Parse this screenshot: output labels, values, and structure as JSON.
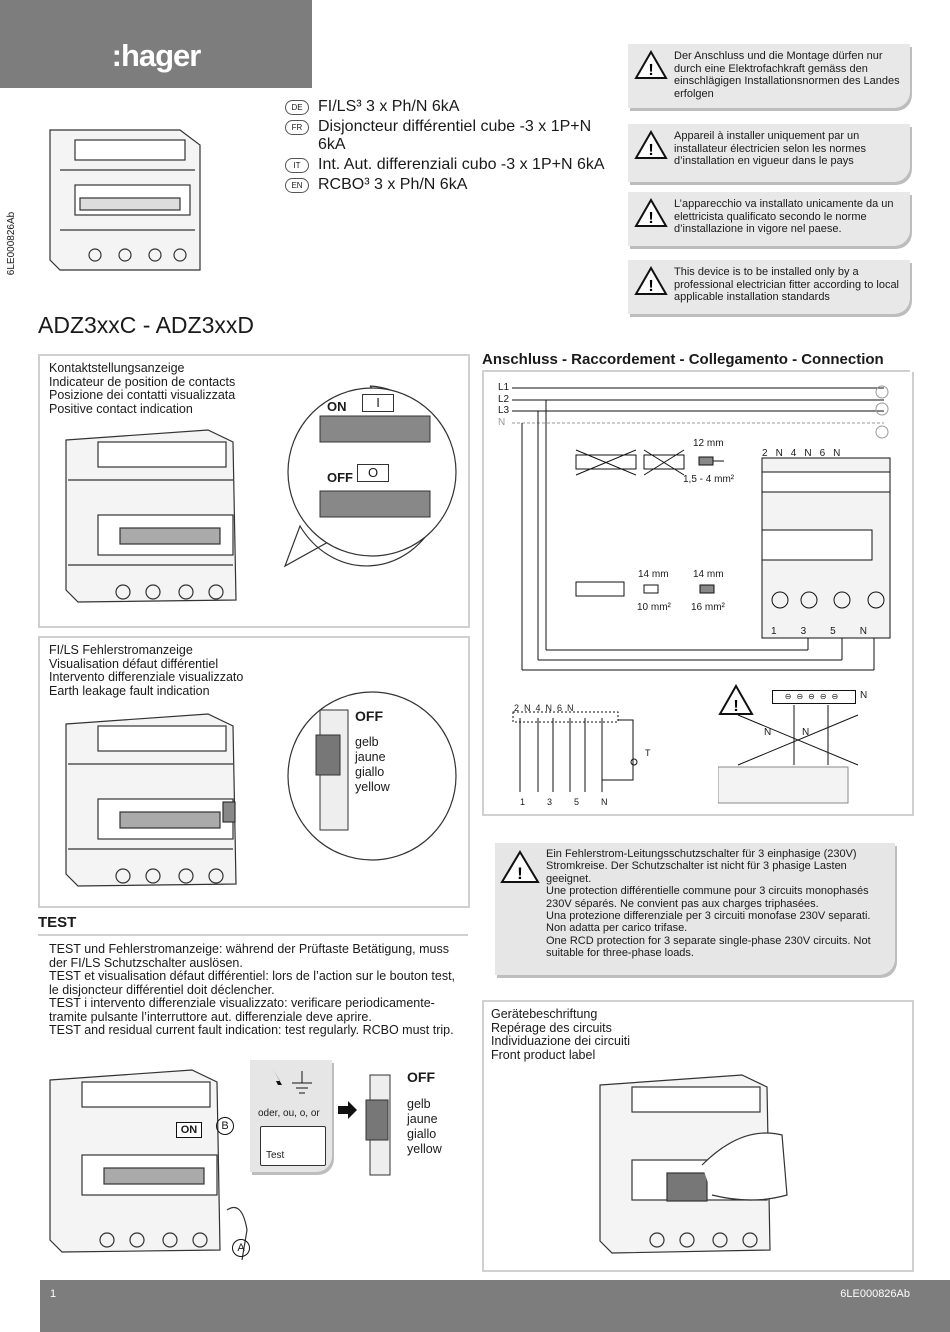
{
  "header": {
    "brand": ":hager",
    "doc_code_vertical": "6LE000826Ab"
  },
  "languages": [
    {
      "code": "DE",
      "text": "FI/LS³ 3 x Ph/N 6kA"
    },
    {
      "code": "FR",
      "text": "Disjoncteur différentiel cube -3 x 1P+N 6kA"
    },
    {
      "code": "IT",
      "text": "Int. Aut. differenziali cubo -3 x 1P+N 6kA"
    },
    {
      "code": "EN",
      "text": "RCBO³ 3 x Ph/N 6kA"
    }
  ],
  "warnings": [
    "Der Anschluss und die Montage dürfen nur durch eine Elektrofachkraft gemäss den einschlägigen Installationsnormen des Landes erfolgen",
    "Appareil à installer uniquement par un installateur électricien selon les normes d’installation en vigueur dans le pays",
    "L’apparecchio va installato unicamente da un elettricista qualificato secondo le norme d’installazione in vigore nel paese.",
    "This device is to be installed only by a professional electrician fitter according to local applicable installation standards"
  ],
  "model_title": "ADZ3xxC - ADZ3xxD",
  "contact_panel": {
    "lines": [
      "Kontaktstellungsanzeige",
      "Indicateur de position de contacts",
      "Posizione dei contatti visualizzata",
      "Positive contact indication"
    ],
    "on_label": "ON",
    "on_symbol": "I",
    "off_label": "OFF",
    "off_symbol": "O"
  },
  "fault_panel": {
    "lines": [
      "FI/LS Fehlerstromanzeige",
      "Visualisation défaut différentiel",
      "Intervento differenziale visualizzato",
      "Earth leakage fault indication"
    ],
    "off_label": "OFF",
    "colors": [
      "gelb",
      "jaune",
      "giallo",
      "yellow"
    ]
  },
  "test": {
    "title": "TEST",
    "lines": [
      "TEST und Fehlerstromanzeige: während der Prüftaste Betätigung, muss der FI/LS Schutzschalter auslösen.",
      "TEST et visualisation défaut différentiel: lors de l’action sur le bouton test, le disjoncteur différentiel doit déclencher.",
      "TEST i intervento differenziale visualizzato: verificare periodicamente-tramite pulsante l’interruttore aut. differenziale deve aprire.",
      "TEST and residual current fault indication: test regularly. RCBO must trip."
    ],
    "on_label": "ON",
    "marker_b": "B",
    "marker_a": "A",
    "or_text": "oder, ou, o, or",
    "test_button": "Test",
    "off_label": "OFF",
    "colors": [
      "gelb",
      "jaune",
      "giallo",
      "yellow"
    ]
  },
  "connection": {
    "title": "Anschluss - Raccordement - Collegamento - Connection",
    "lines": [
      "L1",
      "L2",
      "L3",
      "N"
    ],
    "dim_12": "12 mm",
    "range": "1,5 - 4 mm²",
    "dim_14a": "14 mm",
    "dim_14b": "14 mm",
    "sec_10": "10 mm²",
    "sec_16": "16 mm²",
    "top_terms": [
      "2",
      "N",
      "4",
      "N",
      "6",
      "N"
    ],
    "bottom_terms": [
      "1",
      "3",
      "5",
      "N"
    ],
    "schema_top": [
      "2",
      "N",
      "4",
      "N",
      "6",
      "N"
    ],
    "schema_bottom": [
      "1",
      "3",
      "5",
      "N"
    ],
    "t_label": "T",
    "n_label": "N",
    "n_left": "N",
    "n_right": "N"
  },
  "notice": [
    "Ein Fehlerstrom-Leitungsschutzschalter für 3 einphasige (230V) Stromkreise. Der Schutzschalter ist nicht für 3 phasige Lasten geeignet.",
    "Une protection différentielle commune pour 3 circuits monophasés 230V séparés. Ne convient pas aux charges triphasées.",
    "Una protezione differenziale per 3 circuiti monofase 230V separati. Non adatta per carico trifase.",
    "One RCD protection for 3 separate single-phase 230V circuits. Not suitable for three-phase loads."
  ],
  "label_panel": {
    "lines": [
      "Gerätebeschriftung",
      "Repérage des circuits",
      "Individuazione dei circuiti",
      "Front product label"
    ]
  },
  "footer": {
    "page": "1",
    "ref": "6LE000826Ab"
  }
}
